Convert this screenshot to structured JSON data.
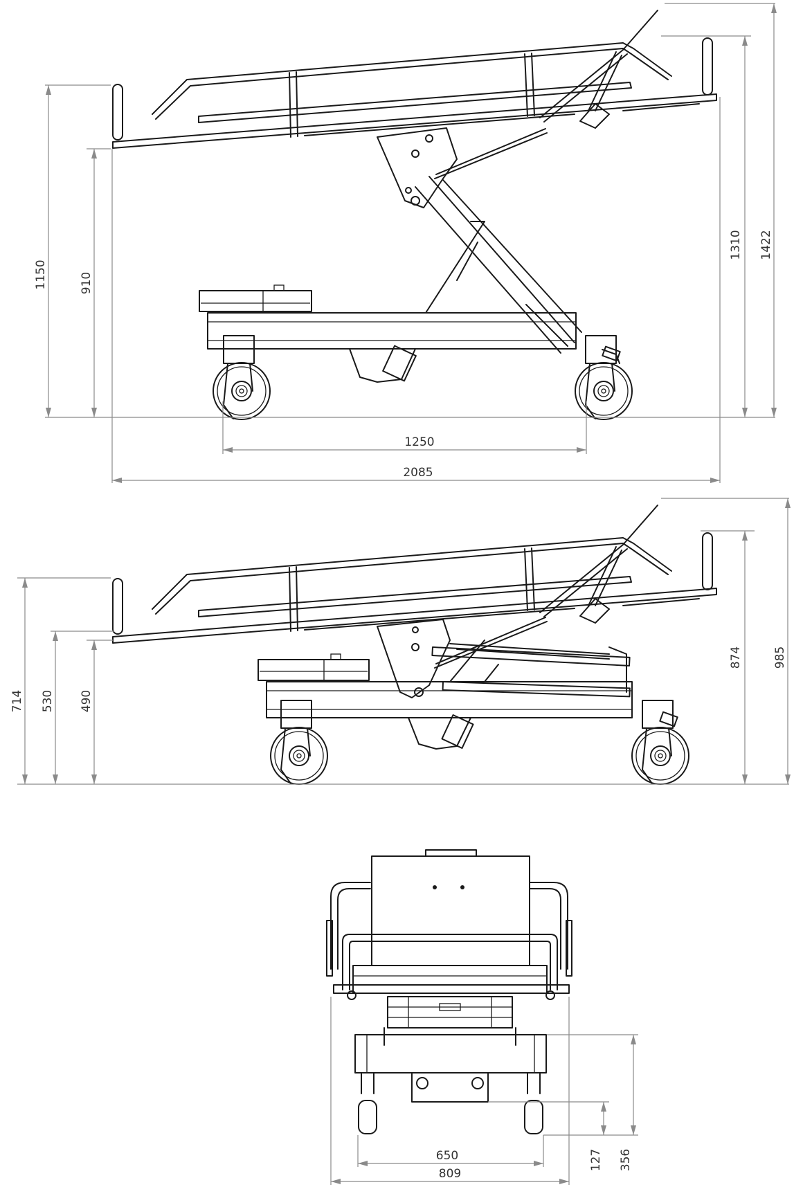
{
  "drawing": {
    "views": [
      {
        "id": "side-view-raised",
        "dimensions": [
          {
            "id": "overall-height-left",
            "value": "1150"
          },
          {
            "id": "platform-height",
            "value": "910"
          },
          {
            "id": "raised-height",
            "value": "1310"
          },
          {
            "id": "max-height",
            "value": "1422"
          },
          {
            "id": "wheelbase",
            "value": "1250"
          },
          {
            "id": "overall-length",
            "value": "2085"
          }
        ]
      },
      {
        "id": "side-view-lowered",
        "dimensions": [
          {
            "id": "overall-height-left",
            "value": "714"
          },
          {
            "id": "platform-head-height",
            "value": "530"
          },
          {
            "id": "platform-height",
            "value": "490"
          },
          {
            "id": "raised-height",
            "value": "874"
          },
          {
            "id": "max-height",
            "value": "985"
          }
        ]
      },
      {
        "id": "end-view",
        "dimensions": [
          {
            "id": "track-width",
            "value": "650"
          },
          {
            "id": "overall-width",
            "value": "809"
          },
          {
            "id": "ground-clearance",
            "value": "127"
          },
          {
            "id": "base-height",
            "value": "356"
          }
        ]
      }
    ],
    "colors": {
      "line": "#1a1a1a",
      "dimension": "#8a8a8a",
      "text": "#333333",
      "background": "#ffffff"
    }
  }
}
